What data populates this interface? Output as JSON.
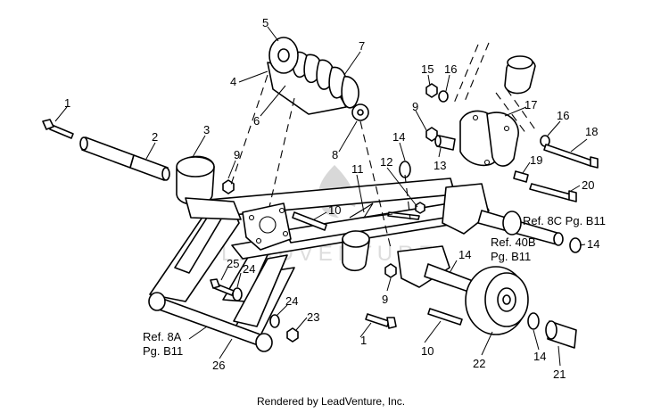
{
  "callouts": [
    {
      "id": "c1a",
      "label": "1"
    },
    {
      "id": "c1b",
      "label": "1"
    },
    {
      "id": "c2",
      "label": "2"
    },
    {
      "id": "c3",
      "label": "3"
    },
    {
      "id": "c4",
      "label": "4"
    },
    {
      "id": "c5",
      "label": "5"
    },
    {
      "id": "c6",
      "label": "6"
    },
    {
      "id": "c7",
      "label": "7"
    },
    {
      "id": "c8",
      "label": "8"
    },
    {
      "id": "c9a",
      "label": "9"
    },
    {
      "id": "c9b",
      "label": "9"
    },
    {
      "id": "c9c",
      "label": "9"
    },
    {
      "id": "c10a",
      "label": "10"
    },
    {
      "id": "c10b",
      "label": "10"
    },
    {
      "id": "c11",
      "label": "11"
    },
    {
      "id": "c12",
      "label": "12"
    },
    {
      "id": "c13",
      "label": "13"
    },
    {
      "id": "c14a",
      "label": "14"
    },
    {
      "id": "c14b",
      "label": "14"
    },
    {
      "id": "c14c",
      "label": "14"
    },
    {
      "id": "c14d",
      "label": "14"
    },
    {
      "id": "c15",
      "label": "15"
    },
    {
      "id": "c16a",
      "label": "16"
    },
    {
      "id": "c16b",
      "label": "16"
    },
    {
      "id": "c17",
      "label": "17"
    },
    {
      "id": "c18",
      "label": "18"
    },
    {
      "id": "c19",
      "label": "19"
    },
    {
      "id": "c20",
      "label": "20"
    },
    {
      "id": "c21",
      "label": "21"
    },
    {
      "id": "c22",
      "label": "22"
    },
    {
      "id": "c23",
      "label": "23"
    },
    {
      "id": "c24a",
      "label": "24"
    },
    {
      "id": "c24b",
      "label": "24"
    },
    {
      "id": "c25",
      "label": "25"
    },
    {
      "id": "c26",
      "label": "26"
    }
  ],
  "references": {
    "ref8c_line1": "Ref. 8C Pg. B11",
    "ref40b_line1": "Ref. 40B",
    "ref40b_line2": "Pg. B11",
    "ref8a_line1": "Ref. 8A",
    "ref8a_line2": "Pg. B11"
  },
  "footer": {
    "credit": "Rendered by LeadVenture, Inc."
  },
  "watermark": {
    "text": "LEADVENTURE"
  }
}
